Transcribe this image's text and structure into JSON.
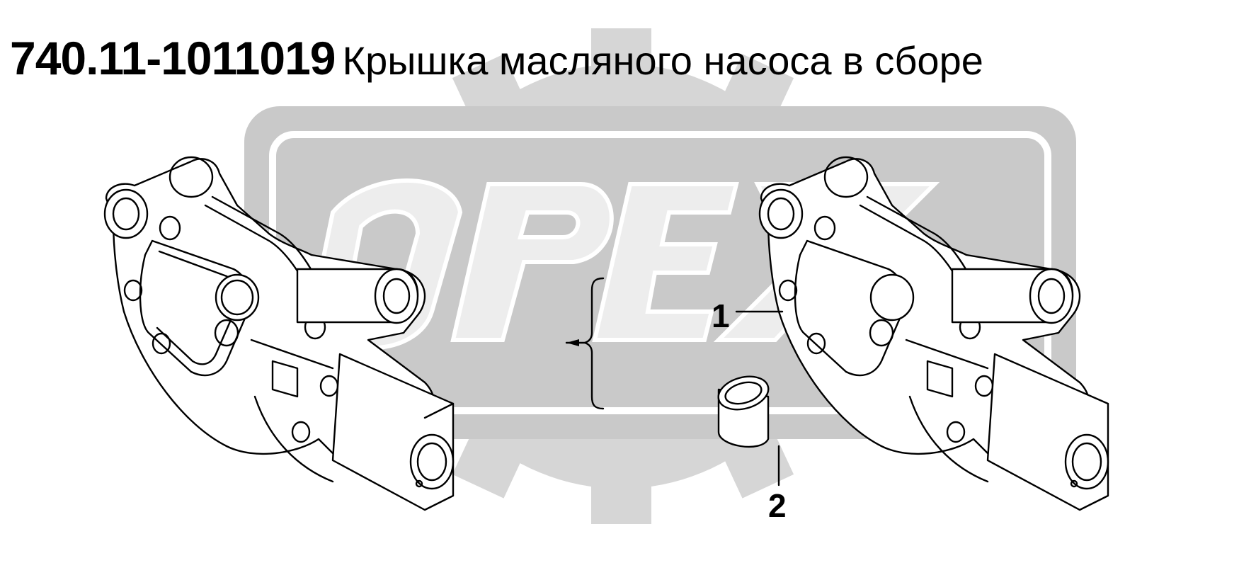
{
  "title": {
    "code": "740.11-1011019",
    "name": "Крышка масляного насоса в сборе"
  },
  "watermark": {
    "text": "OPEX",
    "color": "#cfcfcf"
  },
  "callouts": [
    {
      "number": "1",
      "part": "cover"
    },
    {
      "number": "2",
      "part": "bushing"
    }
  ],
  "colors": {
    "background": "#ffffff",
    "line": "#000000",
    "watermark": "#d2d2d2"
  }
}
